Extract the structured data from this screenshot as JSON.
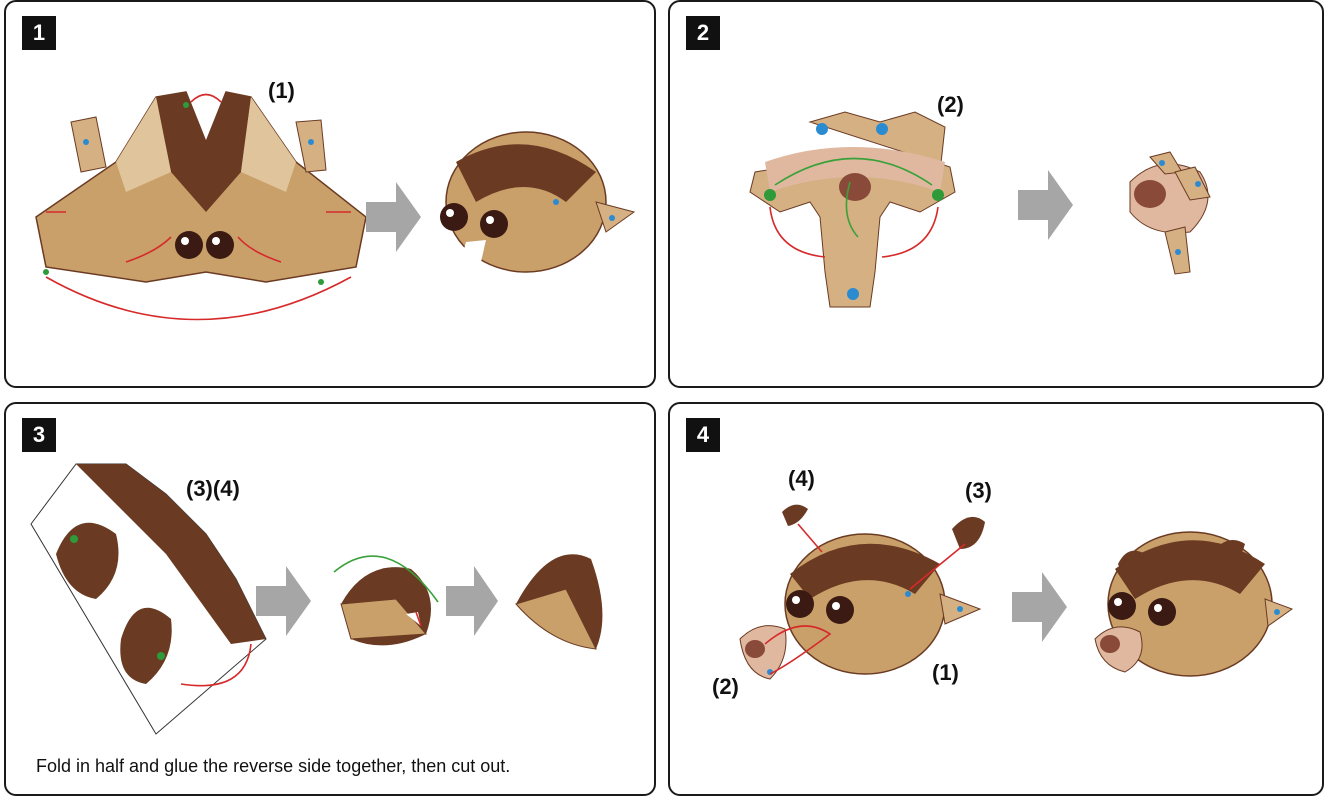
{
  "panels": [
    {
      "number": "1",
      "labels": {
        "part": "(1)"
      }
    },
    {
      "number": "2",
      "labels": {
        "part": "(2)"
      }
    },
    {
      "number": "3",
      "labels": {
        "part": "(3)(4)"
      },
      "caption": "Fold in half and glue the reverse side together, then cut out."
    },
    {
      "number": "4",
      "labels": {
        "p4": "(4)",
        "p3": "(3)",
        "p2": "(2)",
        "p1": "(1)"
      }
    }
  ],
  "colors": {
    "fur_dark": "#6b3a22",
    "fur_light": "#c9a06a",
    "tab": "#d4b083",
    "dot_blue": "#2a8bd0",
    "dot_green": "#2e9a3a",
    "arrow_red": "#d62a2a",
    "arrow_green": "#3aa13a",
    "step_arrow": "#a6a6a6"
  },
  "icons": [
    "step-arrow-icon",
    "glue-arrow-icon",
    "glue-dot-icon"
  ]
}
